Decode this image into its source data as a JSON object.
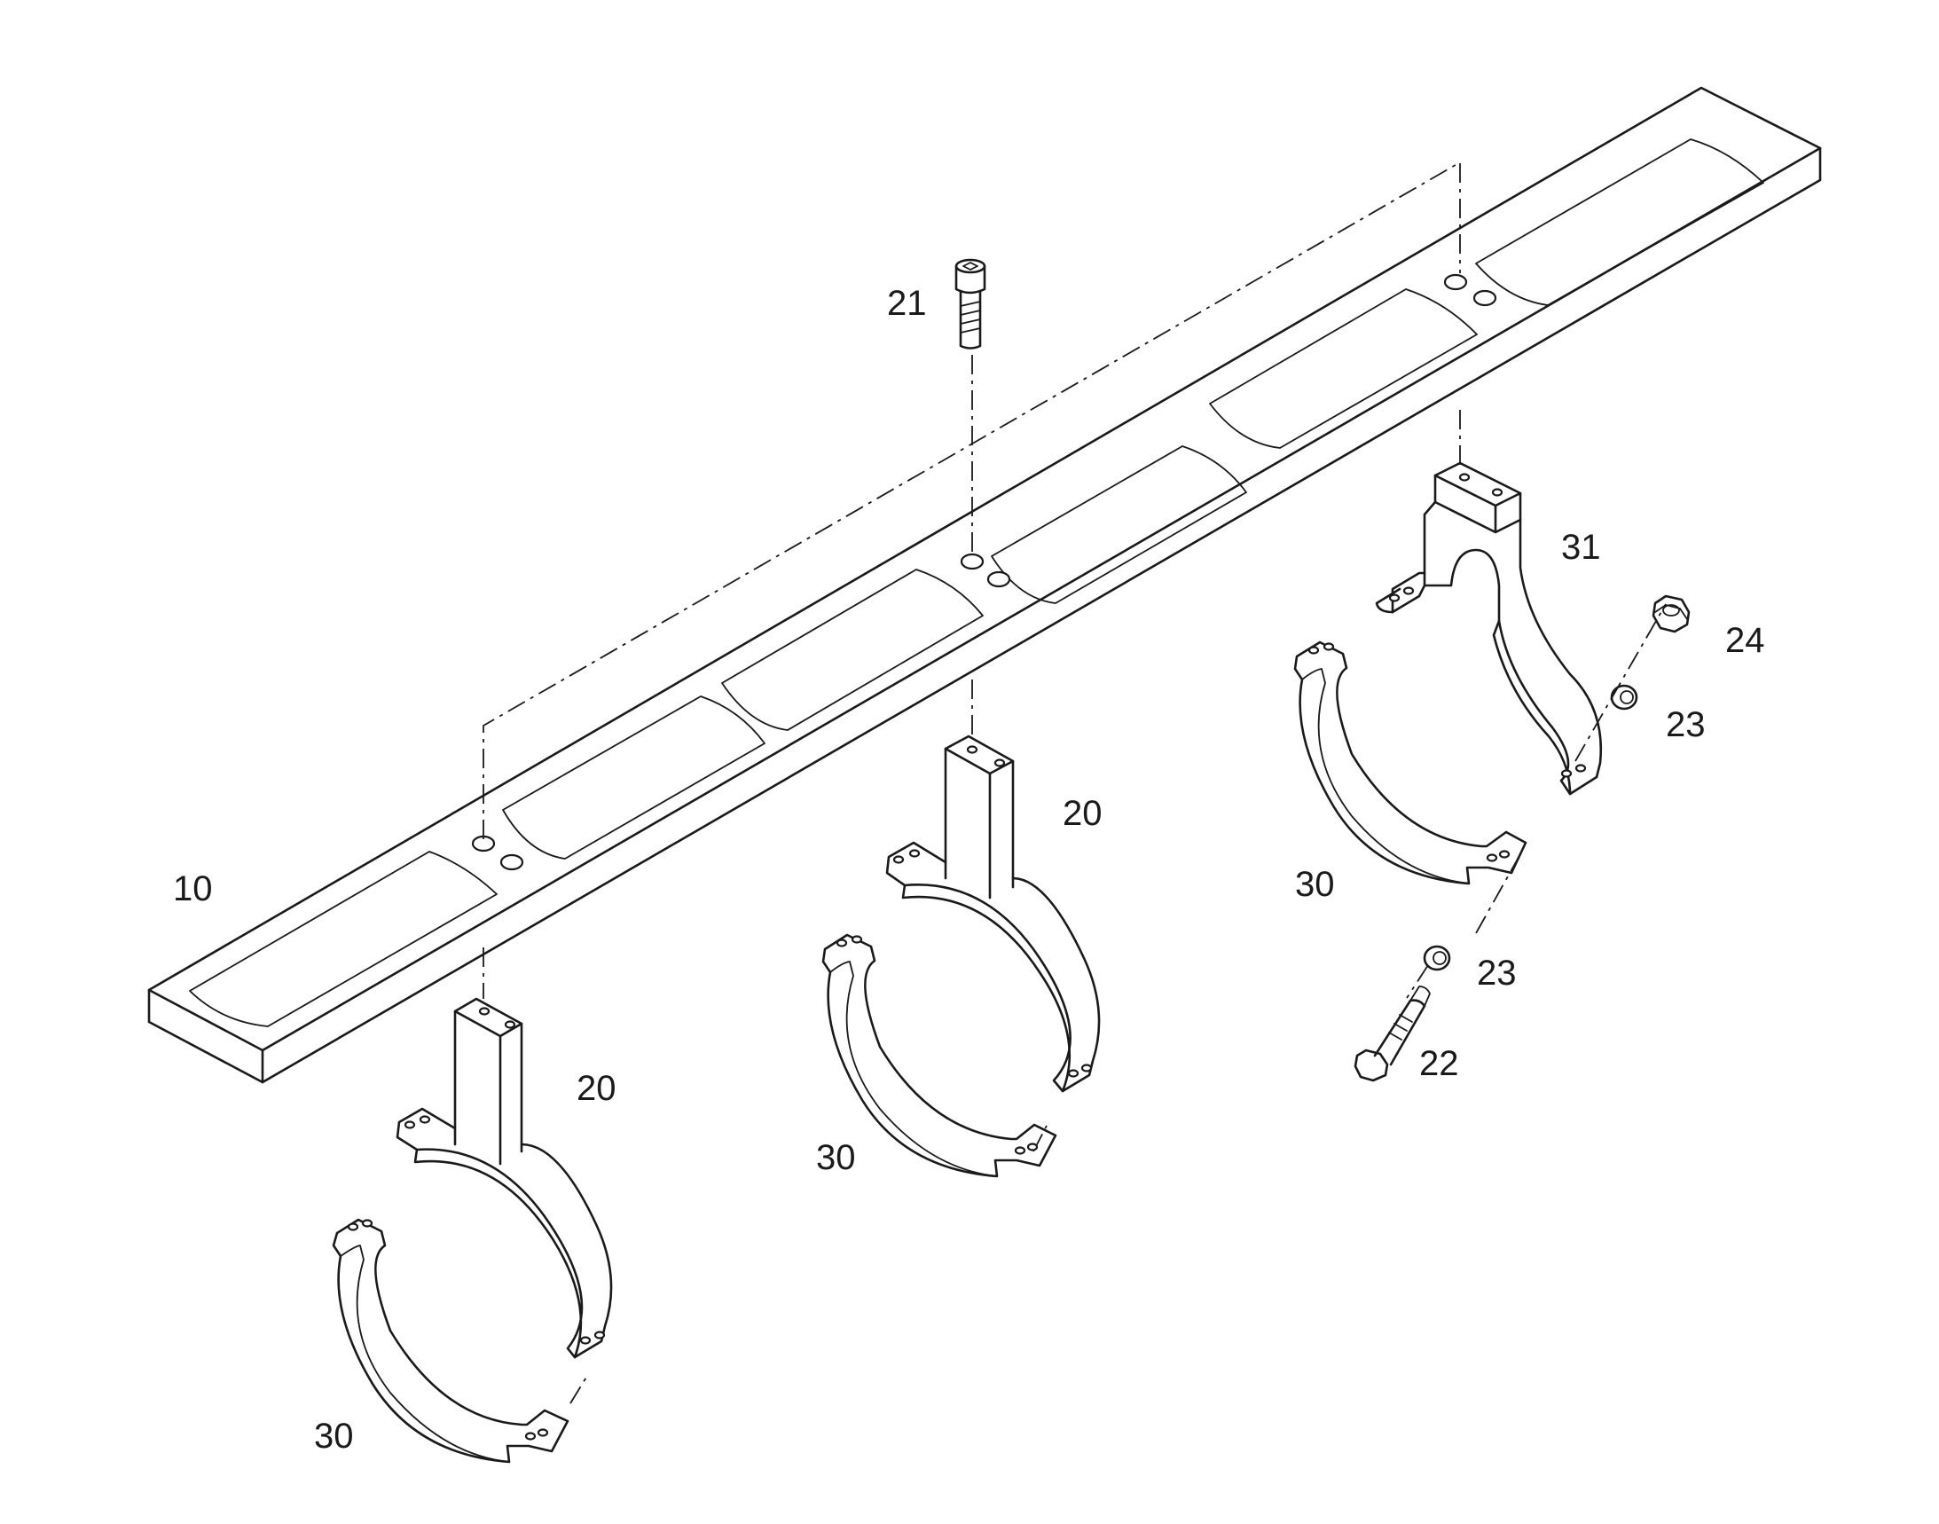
{
  "drawing": {
    "labels": {
      "beam": "10",
      "clamp_left": "20",
      "clamp_middle": "20",
      "clamp_right": "31",
      "screw": "21",
      "bolt": "22",
      "washer_upper": "23",
      "washer_lower": "23",
      "nut": "24",
      "strap_left": "30",
      "strap_middle": "30",
      "strap_right": "30"
    },
    "colors": {
      "line": "#1a1a1a",
      "background": "#ffffff"
    }
  }
}
